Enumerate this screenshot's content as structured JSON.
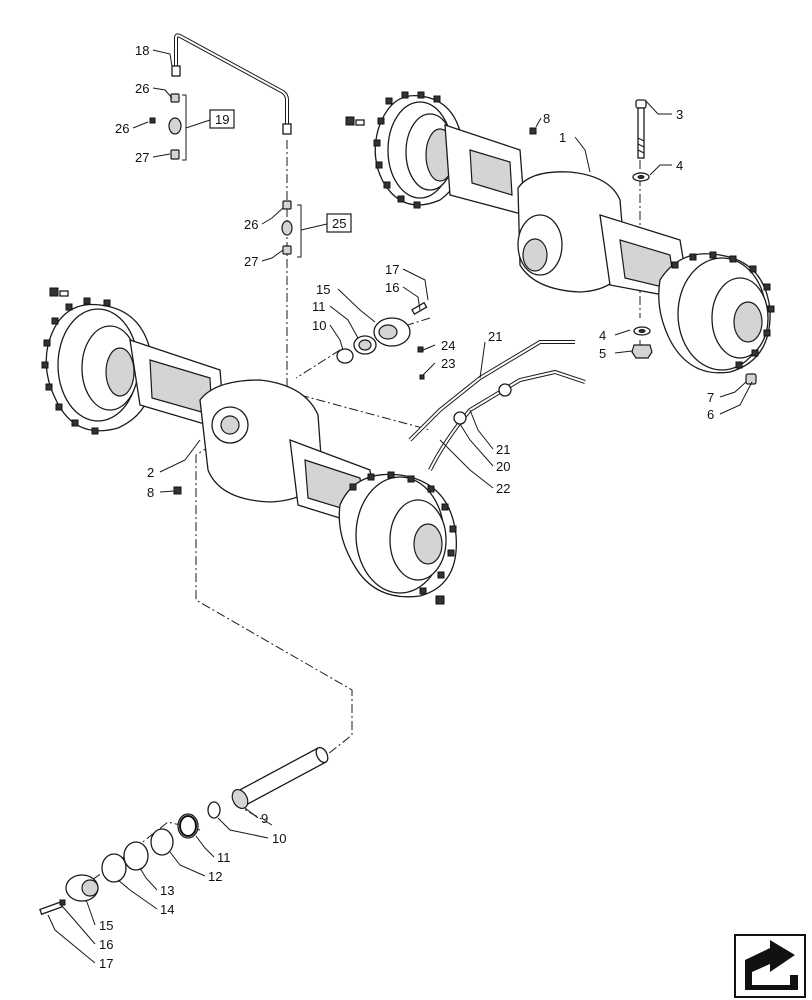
{
  "callouts": {
    "c18": "18",
    "c26a": "26",
    "c26b": "26",
    "c27a": "27",
    "c19": "19",
    "c26c": "26",
    "c27b": "27",
    "c25": "25",
    "c8a": "8",
    "c1": "1",
    "c3": "3",
    "c4a": "4",
    "c17a": "17",
    "c16a": "16",
    "c15a": "15",
    "c11a": "11",
    "c10a": "10",
    "c24": "24",
    "c23": "23",
    "c21a": "21",
    "c4b": "4",
    "c5": "5",
    "c7": "7",
    "c6": "6",
    "c2": "2",
    "c8b": "8",
    "c21b": "21",
    "c20": "20",
    "c22": "22",
    "c9": "9",
    "c10b": "10",
    "c11b": "11",
    "c12": "12",
    "c13": "13",
    "c14": "14",
    "c15b": "15",
    "c16b": "16",
    "c17b": "17"
  },
  "icons": {
    "nav": "next-page-arrow-icon"
  }
}
